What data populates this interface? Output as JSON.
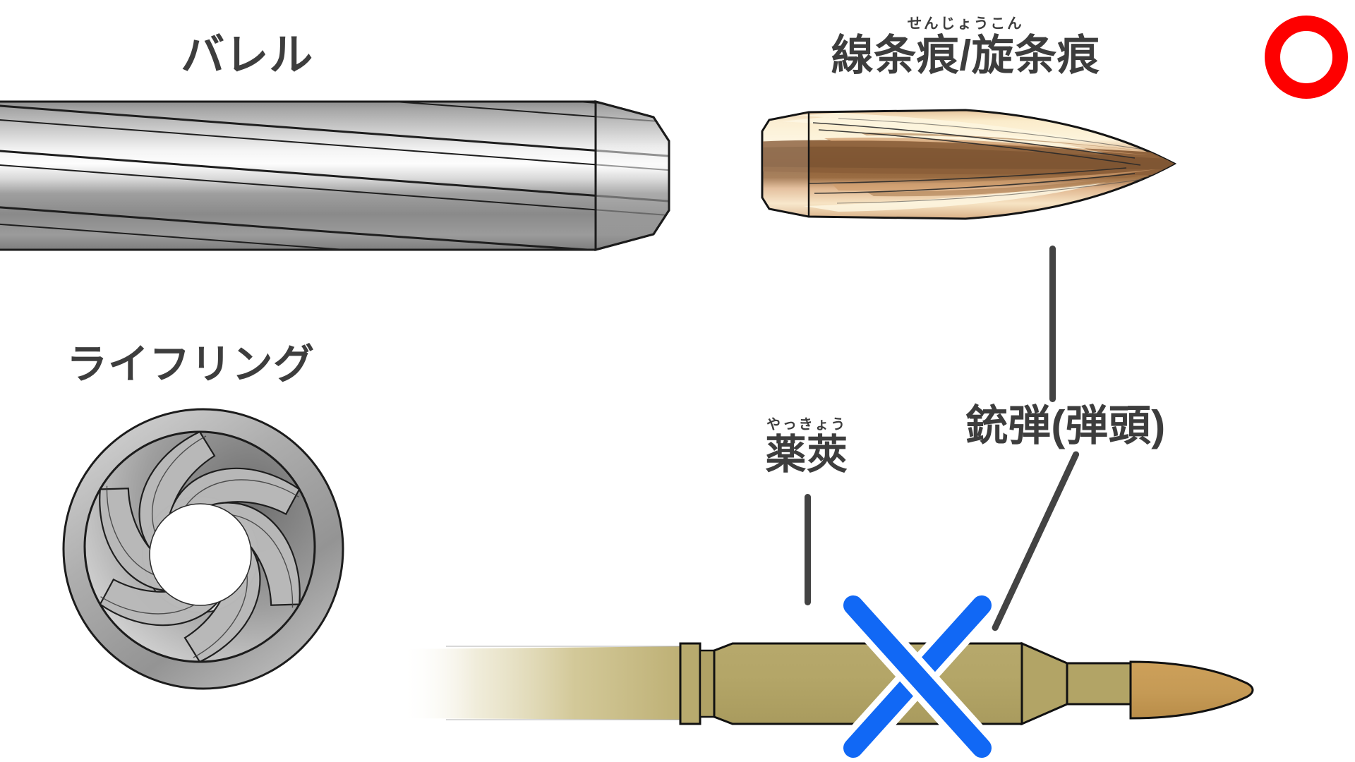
{
  "page": {
    "title": "銃弾と薬莢の解説図",
    "background": "#ffffff",
    "text_color": "#3d3d3d",
    "leader_color": "#434343"
  },
  "labels": {
    "barrel": {
      "main": "バレル",
      "ruby": ""
    },
    "rifling": {
      "main": "ライフリング",
      "ruby": ""
    },
    "striation": {
      "main": "線条痕/旋条痕",
      "ruby": "せんじょうこん"
    },
    "bullet": {
      "main": "銃弾(弾頭)",
      "ruby": ""
    },
    "cartridge_case": {
      "main": "薬莢",
      "ruby": "やっきょう"
    }
  },
  "marks": {
    "correct": {
      "name": "maru-circle-mark",
      "symbol": "○",
      "color": "#fe0000",
      "meaning": "correct"
    },
    "incorrect": {
      "name": "batsu-cross-mark",
      "symbol": "✕",
      "color": "#1168f5",
      "meaning": "incorrect"
    }
  },
  "illustrations": {
    "barrel": {
      "name": "rifled-barrel",
      "colors": {
        "highlight": "#f2f2f2",
        "mid": "#9a9a9a",
        "dark": "#6e6e6e",
        "outline": "#1a1a1a"
      },
      "groove_count": 6
    },
    "rifling_bore": {
      "name": "rifling-cross-section",
      "colors": {
        "ring": "#b4b4b4",
        "land": "#8f8f8f",
        "bore": "#ffffff",
        "outline": "#1c1c1c"
      },
      "groove_count": 6
    },
    "bullet_projectile": {
      "name": "bullet-with-striations",
      "colors": {
        "copper_light": "#fdf0cf",
        "copper_mid": "#e8b88c",
        "copper_dark": "#8b5f39",
        "outline": "#1a1a1a"
      }
    },
    "cartridge": {
      "name": "full-cartridge",
      "colors": {
        "brass": "#b3a569",
        "brass_dark": "#a0935d",
        "bullet": "#c59a55",
        "outline": "#111111",
        "fade": "#ffffff"
      }
    }
  },
  "connectors": [
    {
      "name": "leader-striation-to-bullet",
      "from": "線条痕/旋条痕",
      "to": "銃弾(弾頭)"
    },
    {
      "name": "leader-bullet-to-cartridge-tip",
      "from": "銃弾(弾頭)",
      "to": "cartridge bullet"
    },
    {
      "name": "leader-case-to-cartridge-body",
      "from": "薬莢",
      "to": "cartridge case"
    }
  ]
}
